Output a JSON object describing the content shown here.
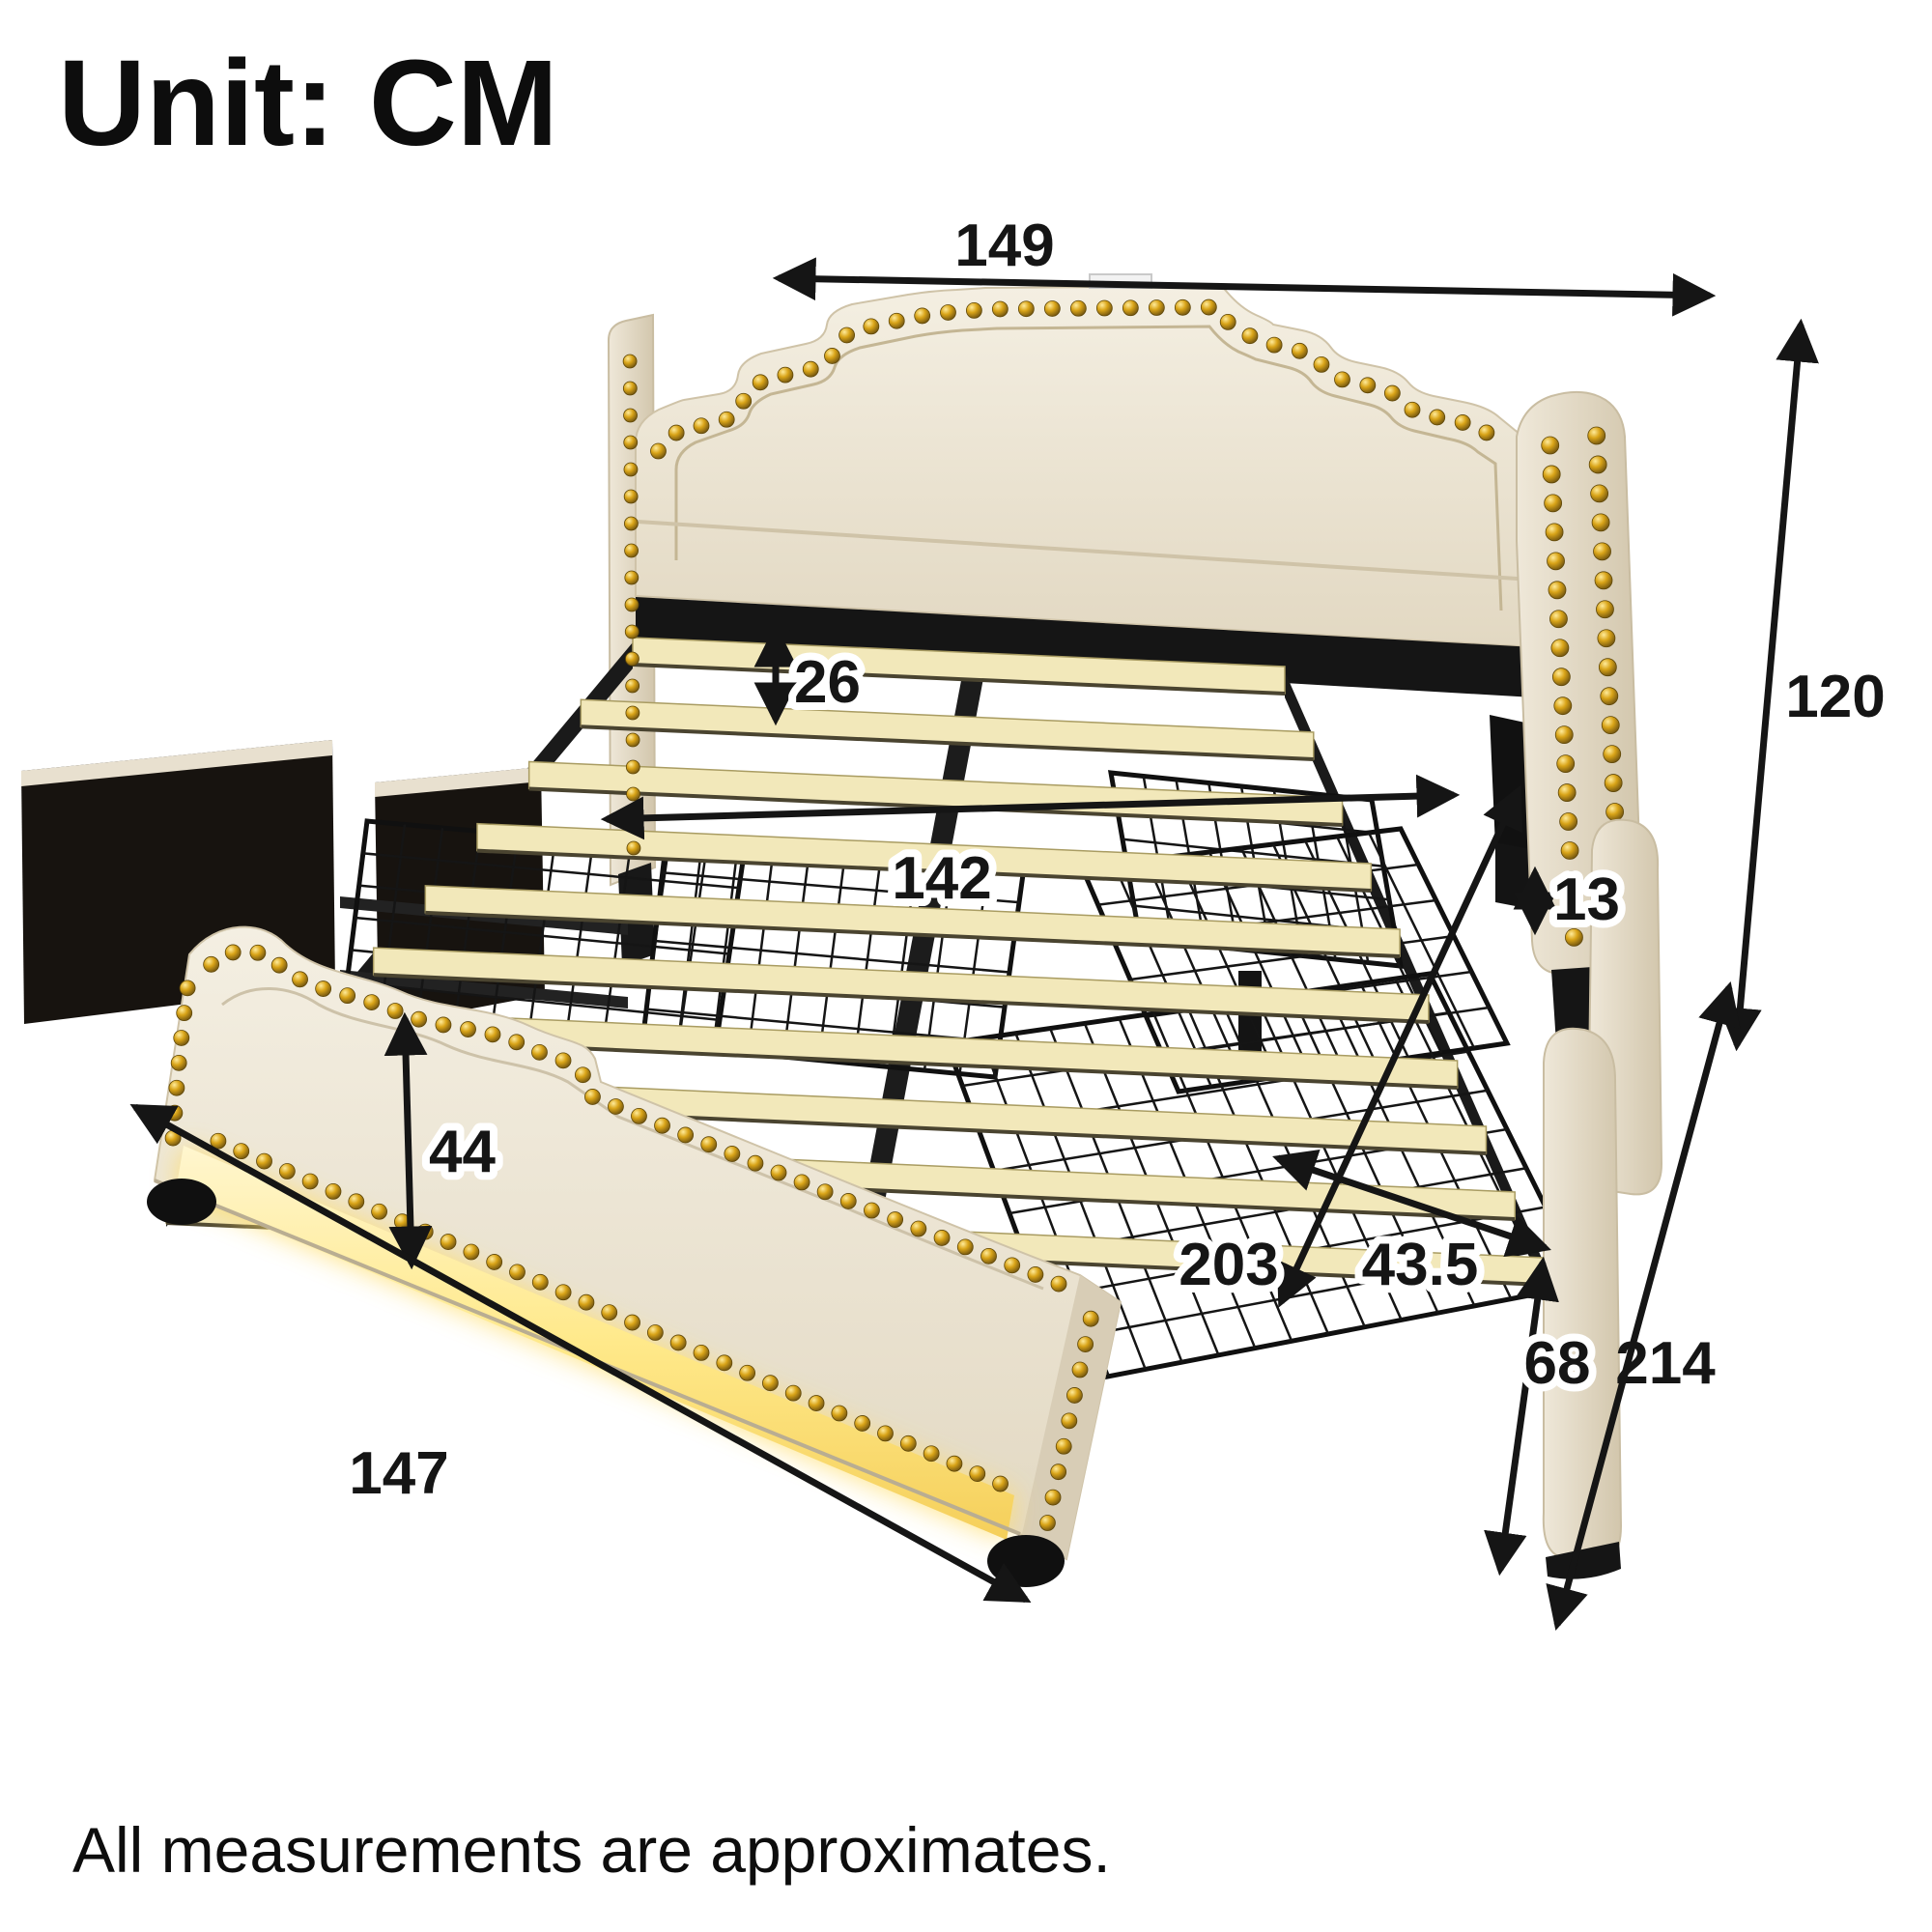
{
  "unit_label": "Unit: CM",
  "footnote": "All measurements are approximates.",
  "dimensions": {
    "headboard_width": "149",
    "headboard_height": "120",
    "headboard_to_slats": "26",
    "slat_width": "142",
    "rail_height": "13",
    "footboard_height": "44",
    "footboard_width": "147",
    "bed_length": "203",
    "drawer_width": "43.5",
    "drawer_depth": "68",
    "total_length": "214"
  },
  "colors": {
    "upholstery": "#efe8d9",
    "upholstery_shadow": "#d9cfb9",
    "nailhead_gold": "#d9a418",
    "led_strip": "#ffe98a",
    "metal_frame": "#161616",
    "slat_wood": "#f2e8ba",
    "dimension_line": "#151515"
  }
}
